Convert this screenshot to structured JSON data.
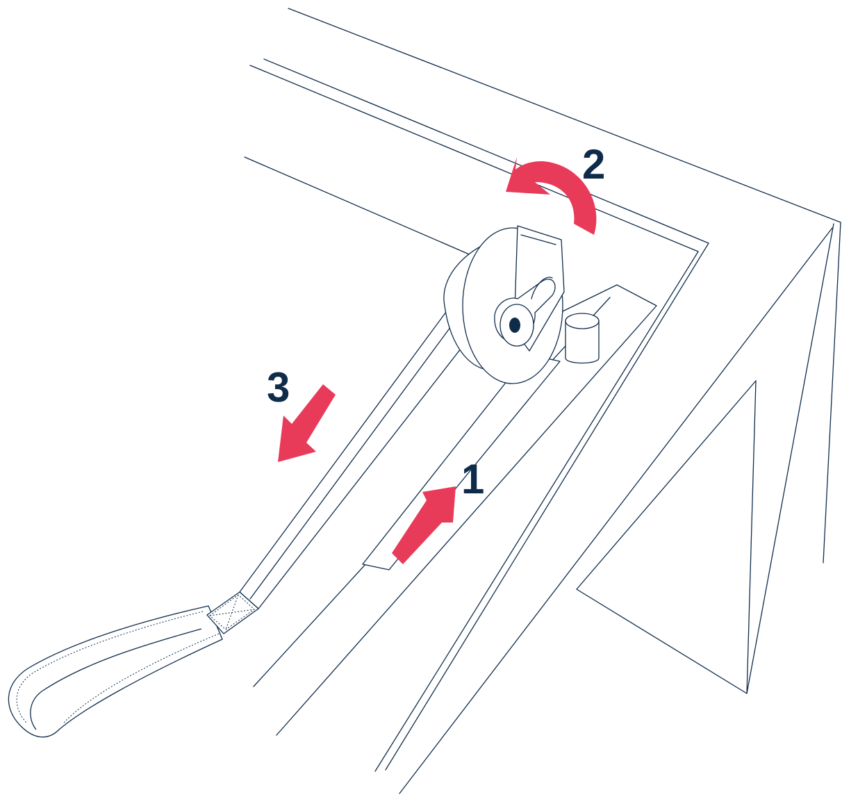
{
  "colors": {
    "line": "#0f2b4a",
    "accent": "#e83b5a",
    "navy": "#0f2b4a"
  },
  "steps": [
    {
      "label": "1"
    },
    {
      "label": "2"
    },
    {
      "label": "3"
    }
  ],
  "icons": {
    "step_1": "arrow-up-right-icon",
    "step_2": "curved-rotate-arrow-icon",
    "step_3": "arrow-down-left-icon"
  }
}
